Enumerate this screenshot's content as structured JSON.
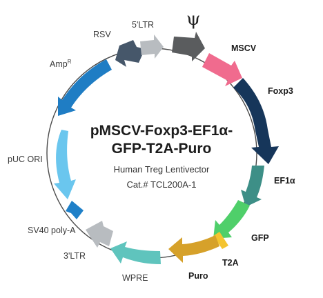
{
  "plasmid": {
    "name_line1": "pMSCV-Foxp3-EF1α-",
    "name_line2": "GFP-T2A-Puro",
    "description": "Human Treg Lentivector",
    "catalog": "Cat.# TCL200A-1"
  },
  "features": [
    {
      "id": "5ltr",
      "label": "5'LTR",
      "color": "#b8bcc0"
    },
    {
      "id": "psi",
      "label": "ψ",
      "color": "#5a5c5e"
    },
    {
      "id": "mscv",
      "label": "MSCV",
      "color": "#f06b8e"
    },
    {
      "id": "foxp3",
      "label": "Foxp3",
      "color": "#16365a"
    },
    {
      "id": "ef1a",
      "label": "EF1α",
      "color": "#3d8f87"
    },
    {
      "id": "gfp",
      "label": "GFP",
      "color": "#4fcf6a"
    },
    {
      "id": "t2a",
      "label": "T2A",
      "color": "#f4c430"
    },
    {
      "id": "puro",
      "label": "Puro",
      "color": "#d6a12a"
    },
    {
      "id": "wpre",
      "label": "WPRE",
      "color": "#5fc4bd"
    },
    {
      "id": "3ltr",
      "label": "3'LTR",
      "color": "#b8bcc0"
    },
    {
      "id": "sv40",
      "label": "SV40 poly-A",
      "color": "#1f80c8"
    },
    {
      "id": "puc",
      "label": "pUC ORI",
      "color": "#6ac6ee"
    },
    {
      "id": "amp",
      "label": "AmpR",
      "color": "#1f7dc4",
      "label_main": "Amp",
      "label_sup": "R"
    },
    {
      "id": "rsv",
      "label": "RSV",
      "color": "#46576a"
    }
  ]
}
